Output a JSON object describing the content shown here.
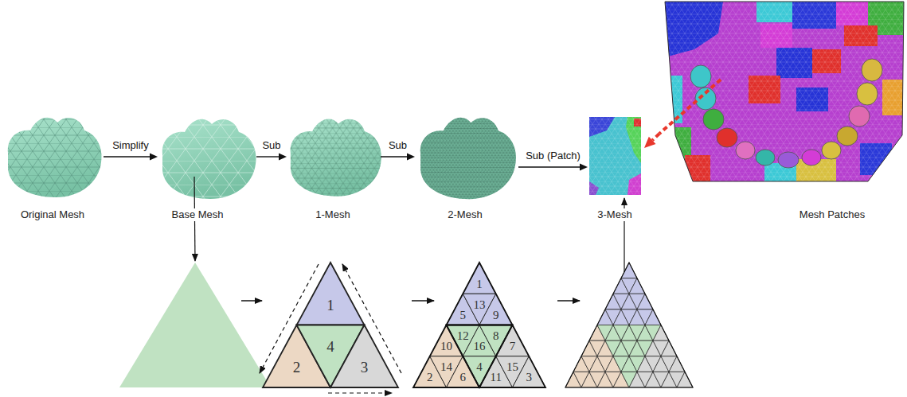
{
  "diagram": {
    "nodes": [
      {
        "text": [
          "Original Mesh"
        ]
      },
      {
        "text": [
          "Base Mesh"
        ]
      },
      {
        "text": [
          "1-Mesh"
        ]
      },
      {
        "text": [
          "2-Mesh"
        ]
      },
      {
        "text": [
          "3-Mesh"
        ]
      },
      {
        "text": [
          "Mesh Patches"
        ]
      }
    ],
    "edges": [
      {
        "from": 0,
        "to": 1,
        "arrow": "to",
        "label": "Simplify"
      },
      {
        "from": 1,
        "to": 2,
        "arrow": "to",
        "label": "Sub"
      },
      {
        "from": 2,
        "to": 3,
        "arrow": "to",
        "label": "Sub"
      },
      {
        "from": 3,
        "to": 4,
        "arrow": "to",
        "label": "Sub (Patch)"
      },
      {
        "from": 5,
        "to": 4,
        "arrow": "to"
      }
    ],
    "labels": [
      "1",
      "2",
      "4",
      "3",
      "1",
      "5",
      "13",
      "9",
      "10",
      "12",
      "16",
      "8",
      "7",
      "2",
      "14",
      "6",
      "4",
      "11",
      "15",
      "3"
    ]
  }
}
